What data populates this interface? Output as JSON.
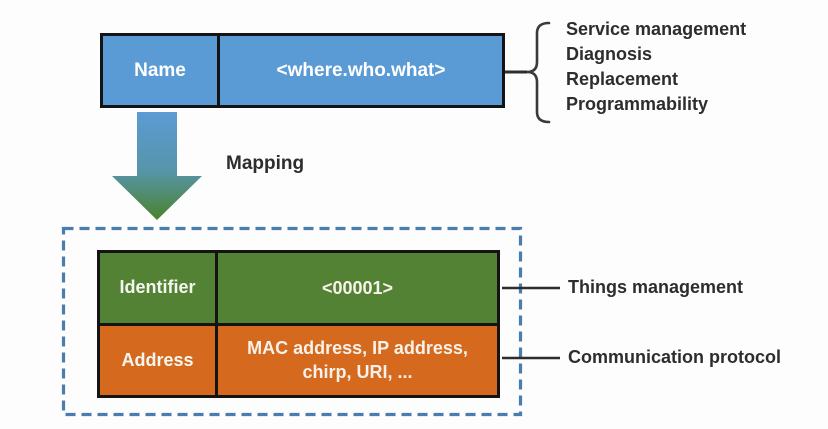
{
  "colors": {
    "box_blue": "#5b9bd5",
    "row_green": "#538234",
    "row_orange": "#d5691e",
    "dashed_border_blue": "#4b7cb0",
    "connector_line": "#2d2d2d",
    "arrow_gradient_top": "#5b9bd5",
    "arrow_gradient_bottom": "#4a822c",
    "table_border": "#141414"
  },
  "top_box": {
    "label": "Name",
    "value": "<where.who.what>"
  },
  "name_functions": {
    "items": [
      "Service management",
      "Diagnosis",
      "Replacement",
      "Programmability"
    ]
  },
  "mapping": {
    "label": "Mapping"
  },
  "mapped_table": {
    "rows": [
      {
        "label": "Identifier",
        "value": "<00001>",
        "annotation": "Things management"
      },
      {
        "label": "Address",
        "value": "MAC address, IP address, chirp, URI, ...",
        "annotation": "Communication protocol"
      }
    ]
  }
}
